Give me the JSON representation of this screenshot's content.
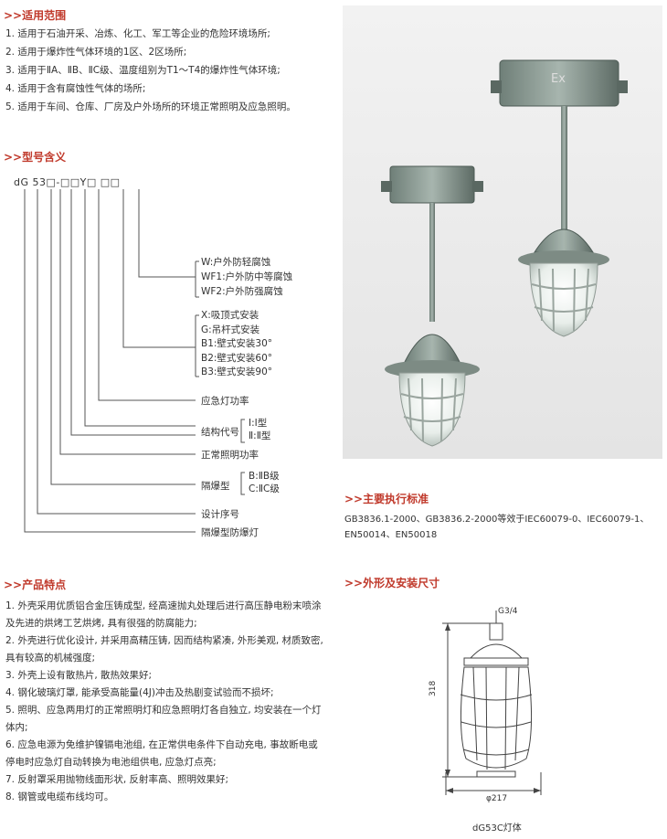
{
  "scope": {
    "title": ">>适用范围",
    "items": [
      "1. 适用于石油开采、冶炼、化工、军工等企业的危险环境场所;",
      "2. 适用于爆炸性气体环境的1区、2区场所;",
      "3. 适用于ⅡA、ⅡB、ⅡC级、温度组别为T1～T4的爆炸性气体环境;",
      "4. 适用于含有腐蚀性气体的场所;",
      "5. 适用于车间、仓库、厂房及户外场所的环境正常照明及应急照明。"
    ]
  },
  "model": {
    "title": ">>型号含义",
    "code": "dG 53□-□□Y□ □□",
    "corrosion": [
      "W:户外防轻腐蚀",
      "WF1:户外防中等腐蚀",
      "WF2:户外防强腐蚀"
    ],
    "mounting": [
      "X:吸顶式安装",
      "G:吊杆式安装",
      "B1:壁式安装30°",
      "B2:壁式安装60°",
      "B3:壁式安装90°"
    ],
    "emergency_power": "应急灯功率",
    "structure_label": "结构代号",
    "structure_options": [
      "Ⅰ:Ⅰ型",
      "Ⅱ:Ⅱ型"
    ],
    "normal_power": "正常照明功率",
    "explosion_label": "隔爆型",
    "explosion_options": [
      "B:ⅡB级",
      "C:ⅡC级"
    ],
    "design_no": "设计序号",
    "lamp_type": "隔爆型防爆灯"
  },
  "standards": {
    "title": ">>主要执行标准",
    "text": "GB3836.1-2000、GB3836.2-2000等效于IEC60079-0、IEC60079-1、EN50014、EN50018"
  },
  "features": {
    "title": ">>产品特点",
    "items": [
      "1. 外壳采用优质铝合金压铸成型, 经高速抛丸处理后进行高压静电粉末喷涂及先进的烘烤工艺烘烤, 具有很强的防腐能力;",
      "2. 外壳进行优化设计, 并采用高精压铸, 因而结构紧凑, 外形美观, 材质致密, 具有较高的机械强度;",
      "3. 外壳上设有散热片, 散热效果好;",
      "4. 钢化玻璃灯罩, 能承受高能量(4J)冲击及热剧变试验而不损坏;",
      "5. 照明、应急两用灯的正常照明灯和应急照明灯各自独立, 均安装在一个灯体内;",
      "6. 应急电源为免维护镍镉电池组, 在正常供电条件下自动充电, 事故断电或停电时应急灯自动转换为电池组供电, 应急灯点亮;",
      "7. 反射罩采用抛物线面形状, 反射率高、照明效果好;",
      "8. 钢管或电缆布线均可。"
    ]
  },
  "dimensions": {
    "title": ">>外形及安装尺寸",
    "thread": "G3/4",
    "height": "318",
    "diameter": "φ217",
    "caption": "dG53C灯体"
  },
  "photo": {
    "box_label": "Ex"
  }
}
